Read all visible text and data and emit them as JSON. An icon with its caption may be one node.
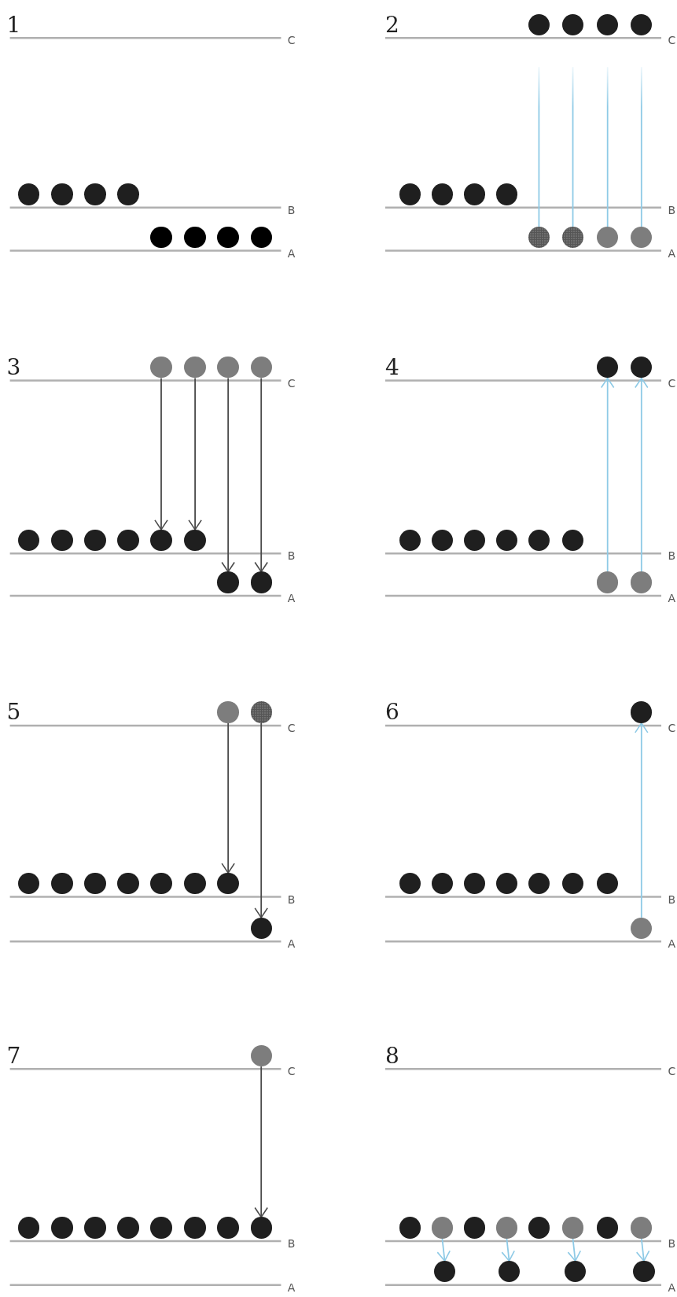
{
  "diagram": {
    "nodes": [
      {
        "text": [],
        "shape": "circle"
      },
      {
        "text": [],
        "shape": "circle"
      },
      {
        "text": [],
        "shape": "circle"
      },
      {
        "text": [],
        "shape": "circle"
      },
      {
        "text": [],
        "shape": "circle"
      },
      {
        "text": [],
        "shape": "circle"
      },
      {
        "text": [],
        "shape": "circle"
      },
      {
        "text": [],
        "shape": "circle"
      },
      {
        "text": [],
        "shape": "circle"
      },
      {
        "text": [],
        "shape": "circle"
      },
      {
        "text": [],
        "shape": "circle"
      },
      {
        "text": [],
        "shape": "circle"
      },
      {
        "text": [],
        "shape": "circle"
      },
      {
        "text": [],
        "shape": "circle"
      },
      {
        "text": [],
        "shape": "circle"
      },
      {
        "text": [],
        "shape": "circle"
      },
      {
        "text": [],
        "shape": "circle"
      },
      {
        "text": [],
        "shape": "circle"
      },
      {
        "text": [],
        "shape": "circle"
      },
      {
        "text": [],
        "shape": "circle"
      },
      {
        "text": [],
        "shape": "circle"
      },
      {
        "text": [],
        "shape": "circle"
      },
      {
        "text": [],
        "shape": "circle"
      },
      {
        "text": [],
        "shape": "circle"
      },
      {
        "text": [],
        "shape": "circle"
      },
      {
        "text": [],
        "shape": "circle"
      },
      {
        "text": [],
        "shape": "circle"
      },
      {
        "text": [],
        "shape": "circle"
      },
      {
        "text": [],
        "shape": "circle"
      },
      {
        "text": [],
        "shape": "circle"
      },
      {
        "text": [],
        "shape": "circle"
      },
      {
        "text": [],
        "shape": "circle"
      },
      {
        "text": [],
        "shape": "circle"
      },
      {
        "text": [],
        "shape": "circle"
      },
      {
        "text": [],
        "shape": "circle"
      },
      {
        "text": [],
        "shape": "circle"
      },
      {
        "text": [],
        "shape": "circle"
      },
      {
        "text": [],
        "shape": "circle"
      },
      {
        "text": [],
        "shape": "circle"
      },
      {
        "text": [],
        "shape": "circle"
      },
      {
        "text": [],
        "shape": "circle"
      },
      {
        "text": [],
        "shape": "circle"
      },
      {
        "text": [],
        "shape": "circle"
      },
      {
        "text": [],
        "shape": "circle"
      },
      {
        "text": [],
        "shape": "circle"
      },
      {
        "text": [],
        "shape": "circle"
      },
      {
        "text": [],
        "shape": "circle"
      },
      {
        "text": [],
        "shape": "circle"
      },
      {
        "text": [],
        "shape": "circle"
      },
      {
        "text": [],
        "shape": "circle"
      },
      {
        "text": [],
        "shape": "circle"
      },
      {
        "text": [],
        "shape": "circle"
      },
      {
        "text": [],
        "shape": "circle"
      },
      {
        "text": [],
        "shape": "circle"
      },
      {
        "text": [],
        "shape": "circle"
      },
      {
        "text": [],
        "shape": "circle"
      },
      {
        "text": [],
        "shape": "circle"
      },
      {
        "text": [],
        "shape": "circle"
      },
      {
        "text": [],
        "shape": "circle"
      },
      {
        "text": [],
        "shape": "circle"
      },
      {
        "text": [],
        "shape": "circle"
      },
      {
        "text": [],
        "shape": "circle"
      },
      {
        "text": [],
        "shape": "circle"
      },
      {
        "text": [],
        "shape": "circle"
      },
      {
        "text": [],
        "shape": "circle"
      },
      {
        "text": [],
        "shape": "circle"
      },
      {
        "text": [],
        "shape": "circle"
      },
      {
        "text": [],
        "shape": "circle"
      },
      {
        "text": [],
        "shape": "circle"
      },
      {
        "text": [],
        "shape": "circle"
      },
      {
        "text": [],
        "shape": "circle"
      },
      {
        "text": [],
        "shape": "circle"
      },
      {
        "text": [],
        "shape": "circle"
      },
      {
        "text": [],
        "shape": "circle"
      },
      {
        "text": [],
        "shape": "circle"
      },
      {
        "text": [],
        "shape": "circle"
      },
      {
        "text": [],
        "shape": "circle"
      },
      {
        "text": [],
        "shape": "circle"
      },
      {
        "text": [],
        "shape": "circle"
      },
      {
        "text": [],
        "shape": "circle"
      },
      {
        "text": [],
        "shape": "circle"
      },
      {
        "text": [],
        "shape": "circle"
      }
    ],
    "edges": [
      {
        "from": 16,
        "to": null,
        "arrow": "none",
        "color": "#8ecae6"
      },
      {
        "from": 17,
        "to": null,
        "arrow": "none",
        "color": "#8ecae6"
      },
      {
        "from": 18,
        "to": null,
        "arrow": "none",
        "color": "#8ecae6"
      },
      {
        "from": 19,
        "to": null,
        "arrow": "none",
        "color": "#8ecae6"
      },
      {
        "from": 20,
        "to": 28,
        "arrow": "to",
        "color": "#4a4a4a"
      },
      {
        "from": 21,
        "to": 29,
        "arrow": "to",
        "color": "#4a4a4a"
      },
      {
        "from": 22,
        "to": 30,
        "arrow": "to",
        "color": "#4a4a4a"
      },
      {
        "from": 23,
        "to": 31,
        "arrow": "to",
        "color": "#4a4a4a"
      },
      {
        "from": 40,
        "to": 32,
        "arrow": "to",
        "color": "#8ecae6"
      },
      {
        "from": 41,
        "to": 33,
        "arrow": "to",
        "color": "#8ecae6"
      },
      {
        "from": 42,
        "to": 50,
        "arrow": "to",
        "color": "#4a4a4a"
      },
      {
        "from": 43,
        "to": 51,
        "arrow": "to",
        "color": "#4a4a4a"
      },
      {
        "from": 60,
        "to": 52,
        "arrow": "to",
        "color": "#8ecae6"
      },
      {
        "from": 61,
        "to": 69,
        "arrow": "to",
        "color": "#4a4a4a"
      },
      {
        "from": 71,
        "to": 78,
        "arrow": "to",
        "color": "#8ecae6"
      },
      {
        "from": 73,
        "to": 79,
        "arrow": "to",
        "color": "#8ecae6"
      },
      {
        "from": 75,
        "to": 80,
        "arrow": "to",
        "color": "#8ecae6"
      },
      {
        "from": 77,
        "to": 81,
        "arrow": "to",
        "color": "#8ecae6"
      }
    ],
    "labels": [
      "1",
      "C",
      "B",
      "A",
      "2",
      "C",
      "B",
      "A",
      "3",
      "C",
      "B",
      "A",
      "4",
      "C",
      "B",
      "A",
      "5",
      "C",
      "B",
      "A",
      "6",
      "C",
      "B",
      "A",
      "7",
      "C",
      "B",
      "A",
      "8",
      "C",
      "B",
      "A"
    ]
  }
}
